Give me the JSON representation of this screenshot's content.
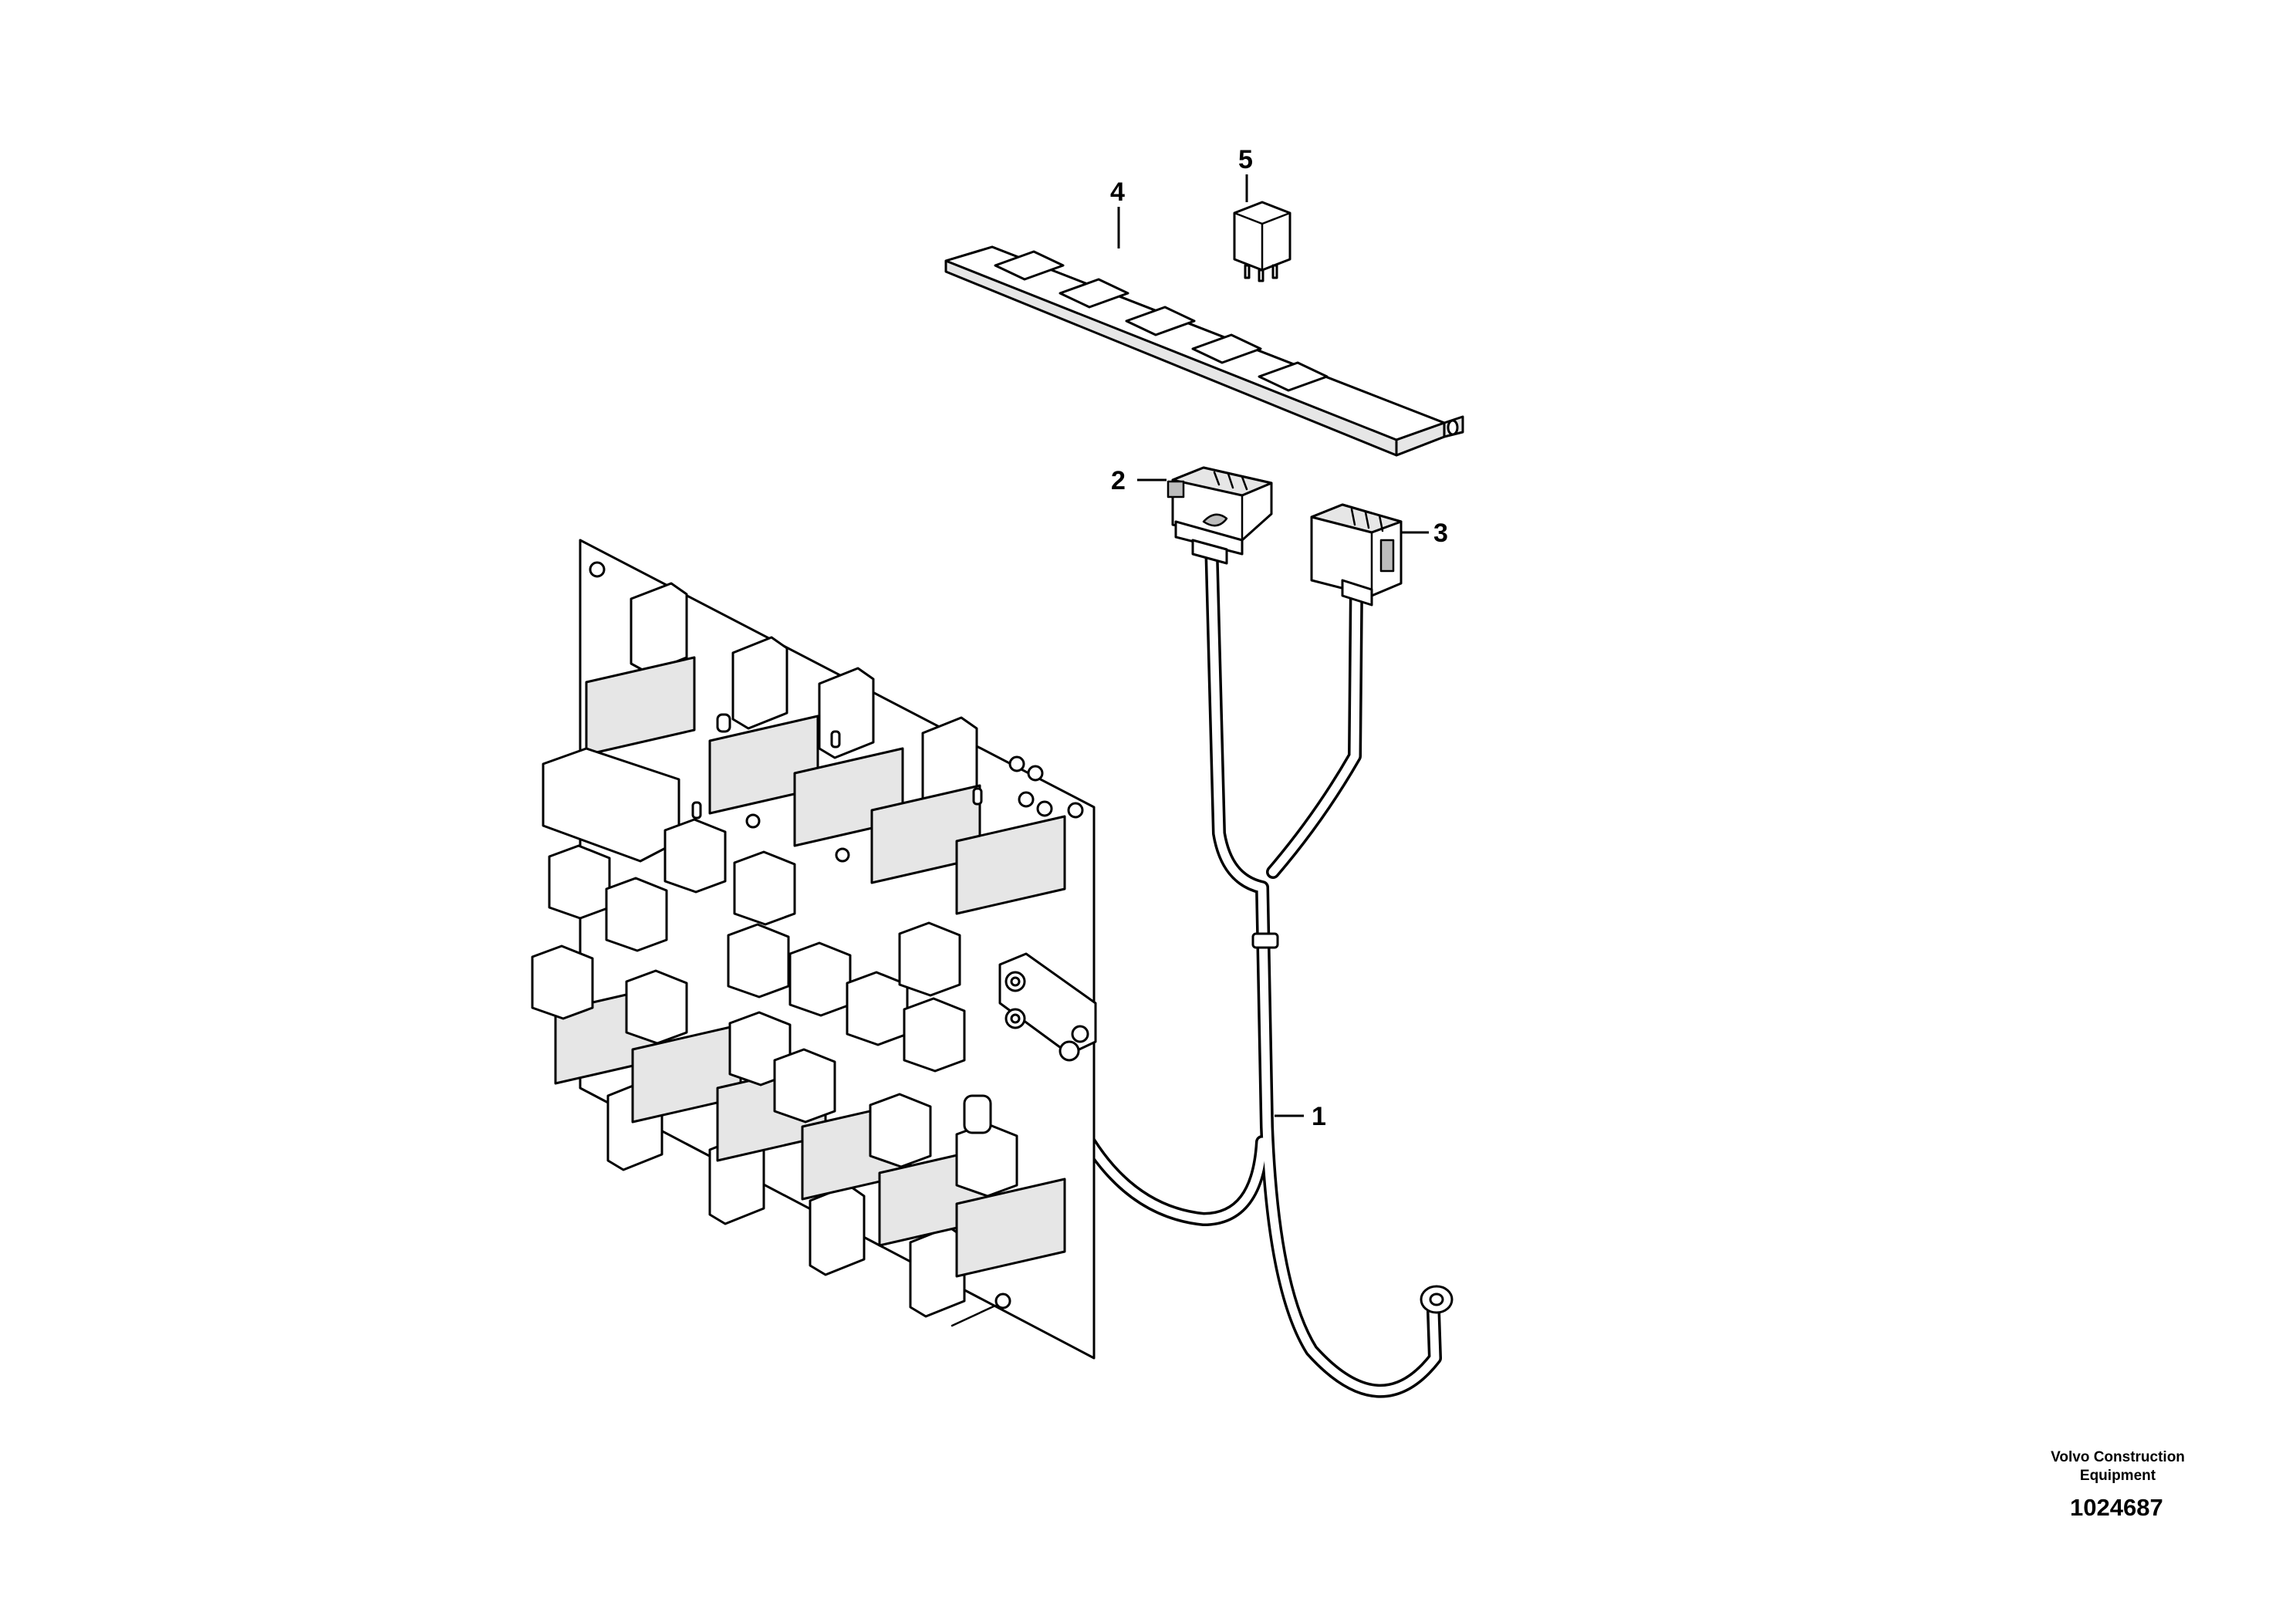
{
  "callouts": {
    "c1": "1",
    "c2": "2",
    "c3": "3",
    "c4": "4",
    "c5": "5"
  },
  "footer": {
    "brand_line1": "Volvo Construction",
    "brand_line2": "Equipment",
    "doc_number": "1024687"
  }
}
